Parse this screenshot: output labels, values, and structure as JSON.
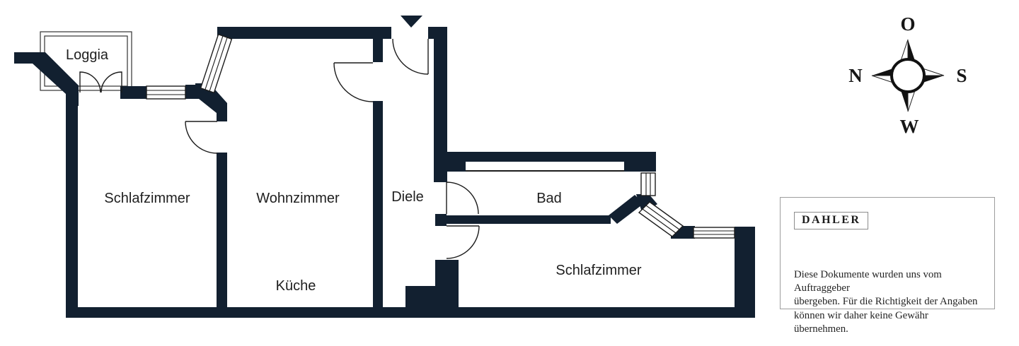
{
  "colors": {
    "wall": "#122030",
    "line": "#1c1c1c",
    "text": "#1f1f1f",
    "background": "#ffffff"
  },
  "rooms": [
    {
      "label": "Loggia"
    },
    {
      "label": "Schlafzimmer"
    },
    {
      "label": "Wohnzimmer"
    },
    {
      "label": "Küche"
    },
    {
      "label": "Diele"
    },
    {
      "label": "Bad"
    },
    {
      "label": "Schlafzimmer"
    }
  ],
  "compass": {
    "top": "O",
    "left": "N",
    "right": "S",
    "bottom": "W"
  },
  "branding": {
    "logo": "DAHLER"
  },
  "disclaimer": {
    "line1": "Diese Dokumente wurden uns vom Auftraggeber",
    "line2": "übergeben. Für die Richtigkeit der Angaben",
    "line3": "können wir daher keine Gewähr übernehmen."
  }
}
